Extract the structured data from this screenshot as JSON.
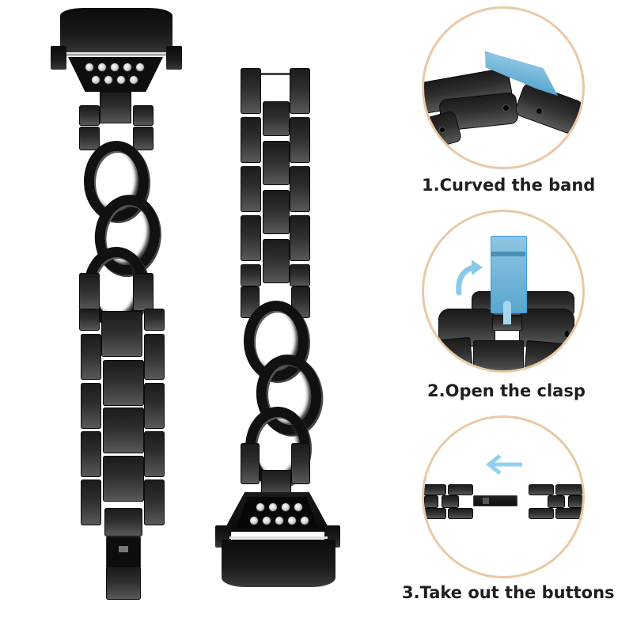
{
  "product": {
    "description": "Black metal watch band with cuban chain links and rhinestone lug connectors",
    "colors": {
      "band": "#1c1c1c",
      "rhinestone": "#e6e6e6",
      "circle_border": "#e8c9a6",
      "highlight_blue": "#6fb6dc",
      "arrow_blue": "#8fd0f2",
      "label_text": "#1e1e1e",
      "background": "#ffffff"
    }
  },
  "bands": [
    {
      "name": "left-band",
      "top_connector_rhinestones": 9,
      "end": "folding-clasp"
    },
    {
      "name": "right-band",
      "bottom_connector_rhinestones": 9,
      "end": "open-link"
    }
  ],
  "steps": [
    {
      "number": "1",
      "label": "1.Curved the band",
      "image": "curved-band-closeup"
    },
    {
      "number": "2",
      "label": "2.Open the clasp",
      "image": "open-clasp-closeup"
    },
    {
      "number": "3",
      "label": "3.Take out the buttons",
      "image": "separated-links-closeup"
    }
  ]
}
